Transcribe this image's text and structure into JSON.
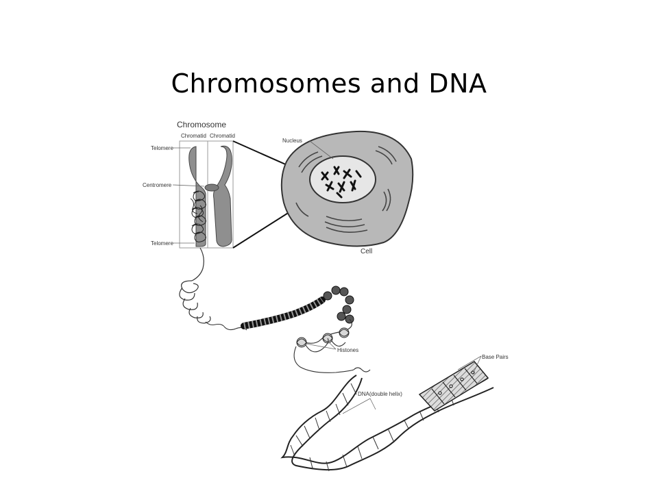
{
  "title": "Chromosomes and DNA",
  "labels": {
    "chromosome": "Chromosome",
    "chromatid_left": "Chromatid",
    "chromatid_right": "Chromatid",
    "telomere_top": "Telomere",
    "centromere": "Centromere",
    "telomere_bottom": "Telomere",
    "nucleus": "Nucleus",
    "cell": "Cell",
    "histones": "Histones",
    "dna": "DNA(double helix)",
    "base_pairs": "Base Pairs"
  },
  "colors": {
    "chromosome_fill": "#8f8f8f",
    "cell_fill": "#b8b8b8",
    "nucleus_fill": "#e6e6e6",
    "line": "#222222"
  }
}
